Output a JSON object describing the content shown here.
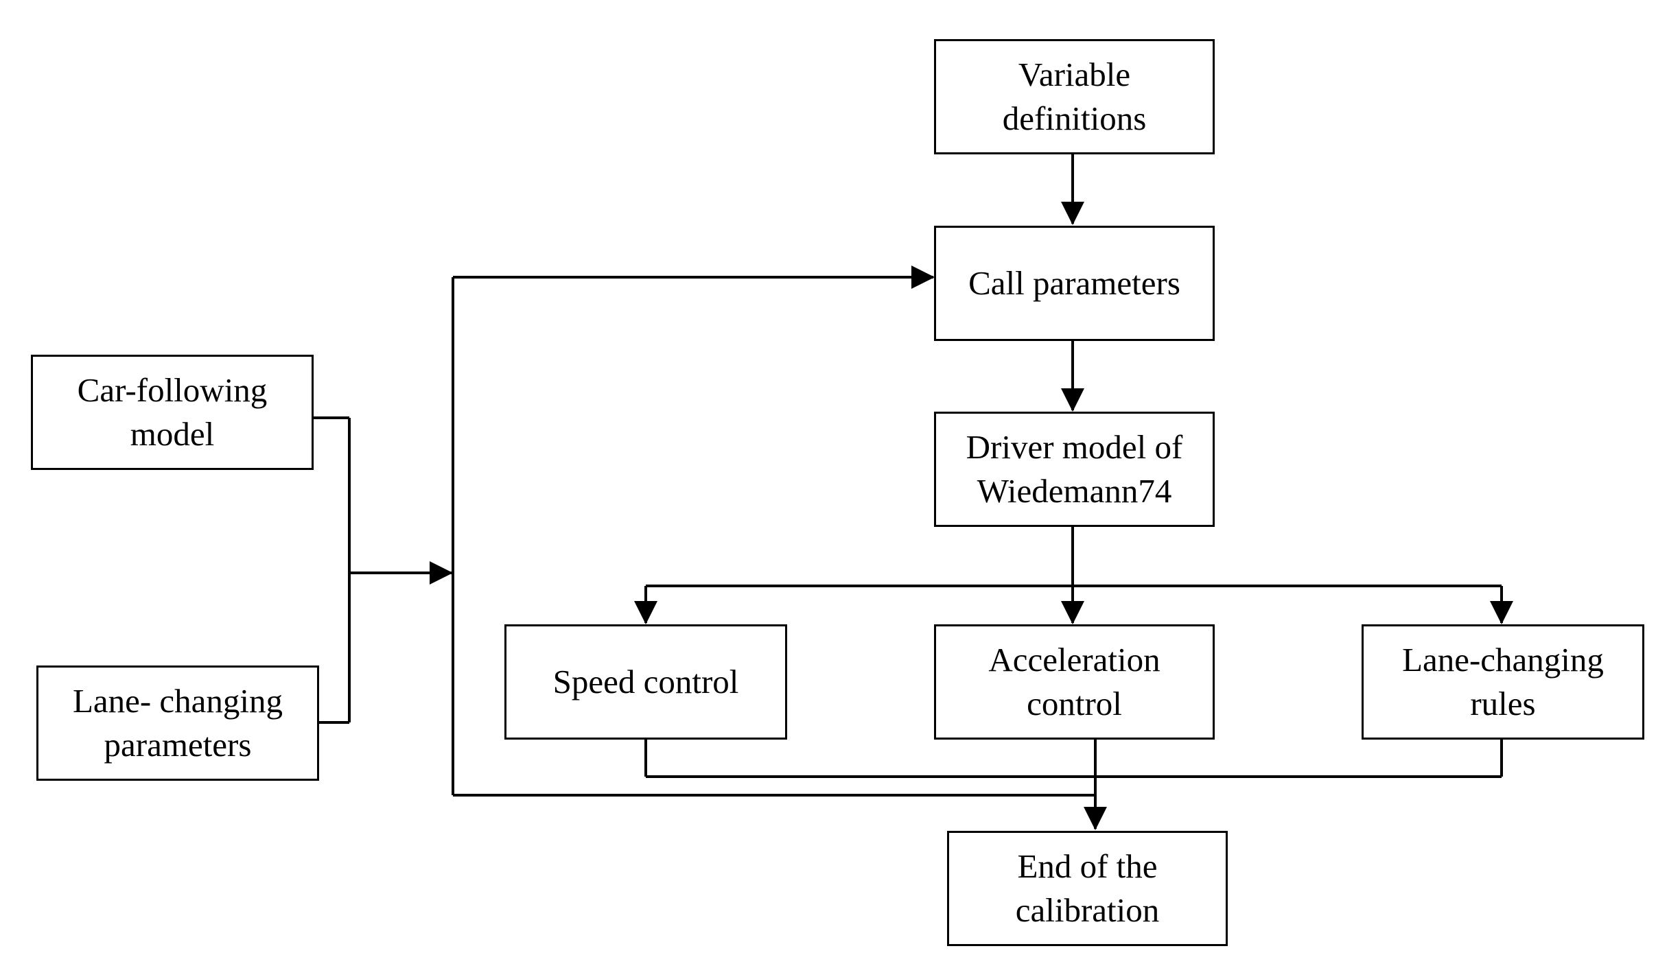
{
  "nodes": {
    "variable_definitions": [
      "Variable",
      "definitions"
    ],
    "call_parameters": [
      "Call parameters"
    ],
    "driver_model": [
      "Driver model of",
      "Wiedemann74"
    ],
    "car_following_model": [
      "Car-following",
      "model"
    ],
    "lane_changing_parameters": [
      "Lane- changing",
      "parameters"
    ],
    "speed_control": [
      "Speed control"
    ],
    "acceleration_control": [
      "Acceleration",
      "control"
    ],
    "lane_changing_rules": [
      "Lane-changing",
      "rules"
    ],
    "end_of_calibration": [
      "End of the",
      "calibration"
    ]
  },
  "colors": {
    "line": "#000000",
    "box_border": "#000000",
    "background": "#ffffff"
  }
}
